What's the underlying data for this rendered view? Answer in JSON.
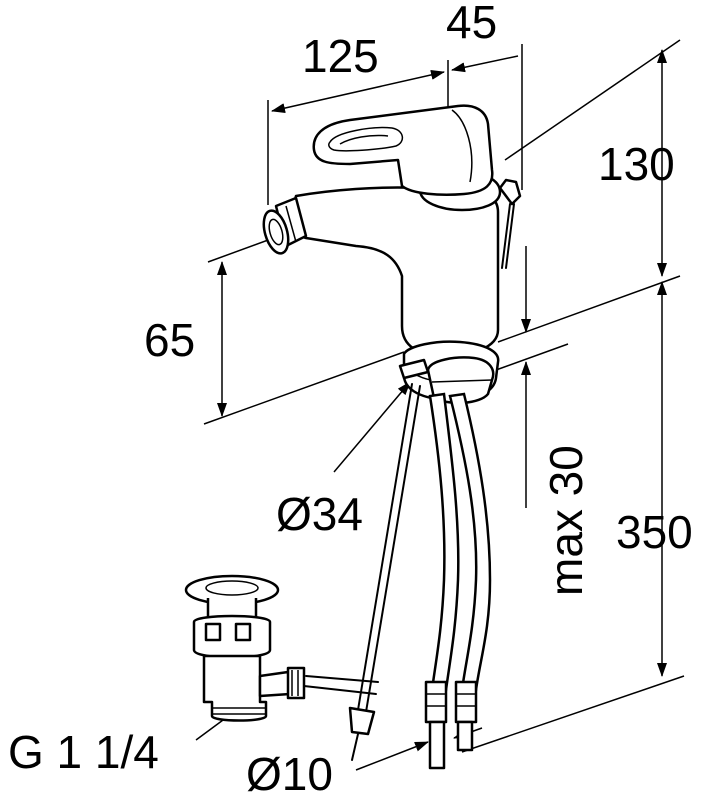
{
  "dimensions": {
    "spout_reach": "125",
    "lever_offset": "45",
    "height_top": "130",
    "spout_height": "65",
    "hole_diameter": "Ø34",
    "deck_thickness": "max 30",
    "hose_length": "350",
    "waste_thread": "G 1 1/4",
    "hose_diameter": "Ø10"
  },
  "icons": [
    "bidet-mixer-tap",
    "pop-up-waste",
    "flexible-hose"
  ]
}
